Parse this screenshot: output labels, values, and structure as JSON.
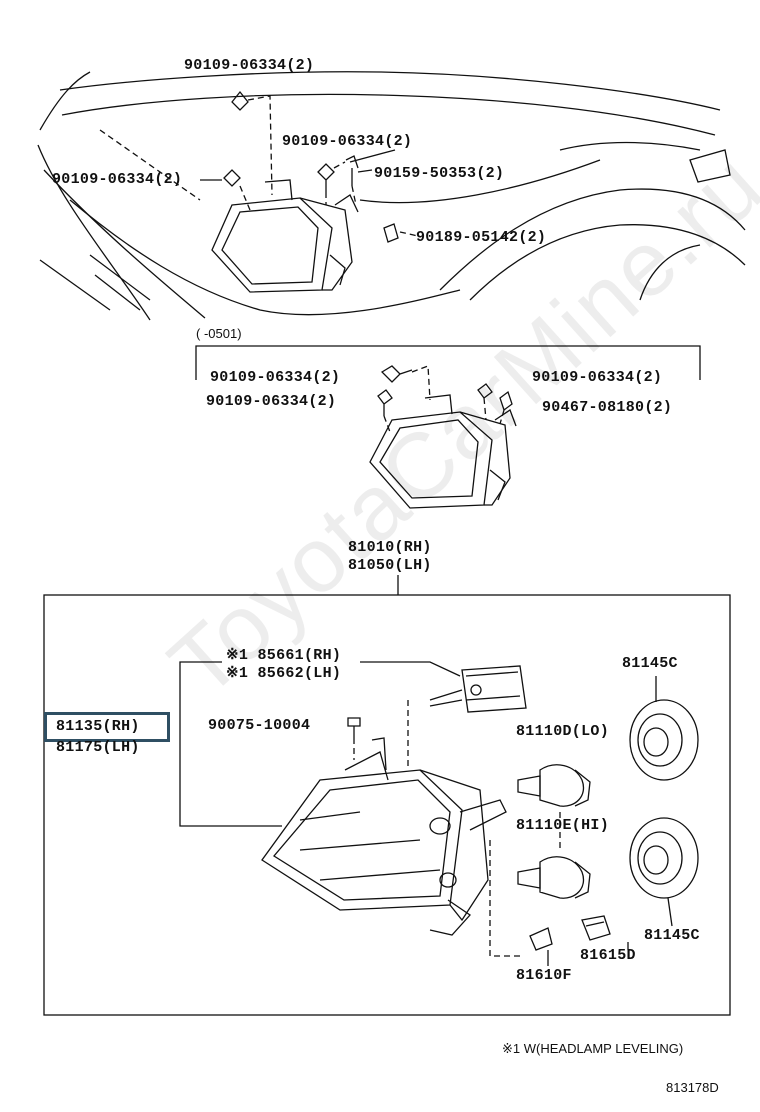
{
  "labels": {
    "top_1": "90109-06334(2)",
    "top_2": "90109-06334(2)",
    "top_3": "90109-06334(2)",
    "top_4": "90159-50353(2)",
    "top_5": "90189-05142(2)",
    "variant_range": "(    -0501)",
    "mid_1": "90109-06334(2)",
    "mid_2": "90109-06334(2)",
    "mid_3": "90109-06334(2)",
    "mid_4": "90467-08180(2)",
    "assy_rh": "81010(RH)",
    "assy_lh": "81050(LH)",
    "lev_rh": "※1 85661(RH)",
    "lev_lh": "※1 85662(LH)",
    "unit_rh": "81135(RH)",
    "unit_lh": "81175(LH)",
    "screw": "90075-10004",
    "bulb_lo": "81110D(LO)",
    "bulb_hi": "81110E(HI)",
    "cover_1": "81145C",
    "cover_2": "81145C",
    "socket": "81615D",
    "bulb_small": "81610F",
    "footnote": "※1 W(HEADLAMP LEVELING)",
    "figure_id": "813178D"
  },
  "watermark": "ToyotaCarMine.ru",
  "colors": {
    "line": "#111111",
    "highlight": "#2f4f63"
  }
}
